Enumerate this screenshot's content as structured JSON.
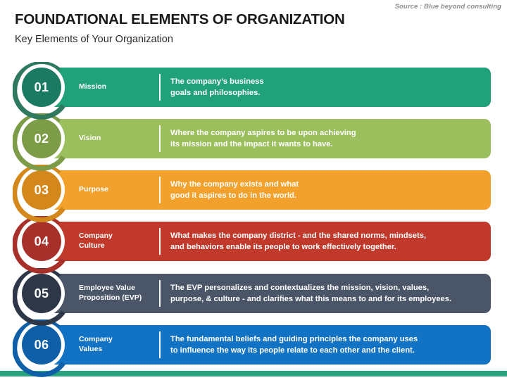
{
  "header": {
    "source": "Source : Blue beyond consulting",
    "title": "FOUNDATIONAL ELEMENTS OF ORGANIZATION",
    "subtitle": "Key Elements of Your Organization"
  },
  "colors": {
    "footer_bar": "#2aa17f",
    "title_text": "#1a1a1a",
    "source_text": "#8c8c8c"
  },
  "rows": [
    {
      "number": "01",
      "label_line1": "Mission",
      "label_line2": "",
      "desc_line1": "The company’s business",
      "desc_line2": "goals and philosophies.",
      "bar_color": "#21a179",
      "disc_color": "#1a7a62",
      "ring_color": "#2f7a5e"
    },
    {
      "number": "02",
      "label_line1": "Vision",
      "label_line2": "",
      "desc_line1": "Where the company aspires to be upon achieving",
      "desc_line2": "its mission and the impact it wants to have.",
      "bar_color": "#9cbf5e",
      "disc_color": "#7d9c47",
      "ring_color": "#7d9c47"
    },
    {
      "number": "03",
      "label_line1": "Purpose",
      "label_line2": "",
      "desc_line1": "Why the company exists and what",
      "desc_line2": "good it aspires to do in the world.",
      "bar_color": "#f2a22c",
      "disc_color": "#d4881b",
      "ring_color": "#d4881b"
    },
    {
      "number": "04",
      "label_line1": "Company",
      "label_line2": "Culture",
      "desc_line1": "What makes the company district - and the shared norms, mindsets,",
      "desc_line2": "and behaviors enable its people to work effectively together.",
      "bar_color": "#c0392b",
      "disc_color": "#a8302a",
      "ring_color": "#a8302a"
    },
    {
      "number": "05",
      "label_line1": "Employee Value",
      "label_line2": "Proposition (EVP)",
      "desc_line1": "The EVP personalizes and contextualizes the mission, vision, values,",
      "desc_line2": "purpose, & culture - and clarifies what this means to and for its employees.",
      "bar_color": "#4a5568",
      "disc_color": "#2d3748",
      "ring_color": "#2d3748"
    },
    {
      "number": "06",
      "label_line1": "Company",
      "label_line2": "Values",
      "desc_line1": "The fundamental beliefs and guiding principles the company uses",
      "desc_line2": "to influence the way its people relate to each other and the client.",
      "bar_color": "#1272c4",
      "disc_color": "#0e5fa8",
      "ring_color": "#0e5fa8"
    }
  ]
}
